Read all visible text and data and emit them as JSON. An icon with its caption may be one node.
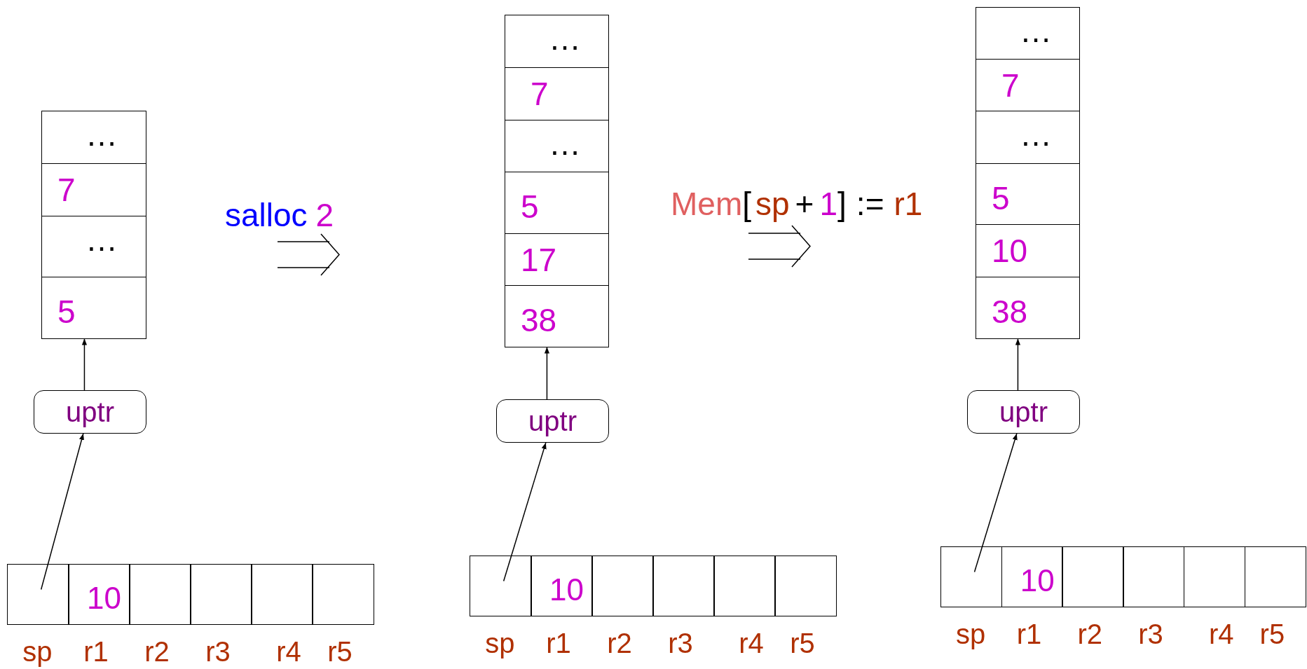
{
  "diagram": {
    "nodes": [
      {
        "text": [
          "…"
        ]
      },
      {
        "text": [
          "7"
        ]
      },
      {
        "text": [
          "…"
        ]
      },
      {
        "text": [
          "5"
        ]
      },
      {
        "text": [
          "uptr"
        ]
      },
      {
        "text": [],
        "shape": "box",
        "beside": [
          "sp"
        ]
      },
      {
        "text": [
          "10"
        ],
        "beside": [
          "r1"
        ]
      },
      {
        "text": [],
        "shape": "box",
        "beside": [
          "r2"
        ]
      },
      {
        "text": [],
        "shape": "box",
        "beside": [
          "r3"
        ]
      },
      {
        "text": [],
        "shape": "box",
        "beside": [
          "r4"
        ]
      },
      {
        "text": [],
        "shape": "box",
        "beside": [
          "r5"
        ]
      },
      {
        "text": [
          "…"
        ]
      },
      {
        "text": [
          "7"
        ]
      },
      {
        "text": [
          "…"
        ]
      },
      {
        "text": [
          "5"
        ]
      },
      {
        "text": [
          "17"
        ]
      },
      {
        "text": [
          "38"
        ]
      },
      {
        "text": [
          "uptr"
        ]
      },
      {
        "text": [],
        "shape": "box",
        "beside": [
          "sp"
        ]
      },
      {
        "text": [
          "10"
        ],
        "beside": [
          "r1"
        ]
      },
      {
        "text": [],
        "shape": "box",
        "beside": [
          "r2"
        ]
      },
      {
        "text": [],
        "shape": "box",
        "beside": [
          "r3"
        ]
      },
      {
        "text": [],
        "shape": "box",
        "beside": [
          "r4"
        ]
      },
      {
        "text": [],
        "shape": "box",
        "beside": [
          "r5"
        ]
      },
      {
        "text": [
          "…"
        ]
      },
      {
        "text": [
          "7"
        ]
      },
      {
        "text": [
          "…"
        ]
      },
      {
        "text": [
          "5"
        ]
      },
      {
        "text": [
          "10"
        ]
      },
      {
        "text": [
          "38"
        ]
      },
      {
        "text": [
          "uptr"
        ]
      },
      {
        "text": [],
        "shape": "box",
        "beside": [
          "sp"
        ]
      },
      {
        "text": [
          "10"
        ],
        "beside": [
          "r1"
        ]
      },
      {
        "text": [],
        "shape": "box",
        "beside": [
          "r2"
        ]
      },
      {
        "text": [],
        "shape": "box",
        "beside": [
          "r3"
        ]
      },
      {
        "text": [],
        "shape": "box",
        "beside": [
          "r4"
        ]
      },
      {
        "text": [],
        "shape": "box",
        "beside": [
          "r5"
        ]
      }
    ],
    "edges": [
      {
        "from": 4,
        "to": 3,
        "arrow": "to"
      },
      {
        "from": 5,
        "to": 4,
        "arrow": "to"
      },
      {
        "from": 17,
        "to": 16,
        "arrow": "to"
      },
      {
        "from": 18,
        "to": 17,
        "arrow": "to"
      },
      {
        "from": 30,
        "to": 29,
        "arrow": "to"
      },
      {
        "from": 31,
        "to": 30,
        "arrow": "to"
      }
    ],
    "labels": [
      "salloc",
      "2",
      "Mem",
      "[",
      "sp",
      "+",
      "1",
      "]",
      ":=",
      "r1"
    ]
  }
}
